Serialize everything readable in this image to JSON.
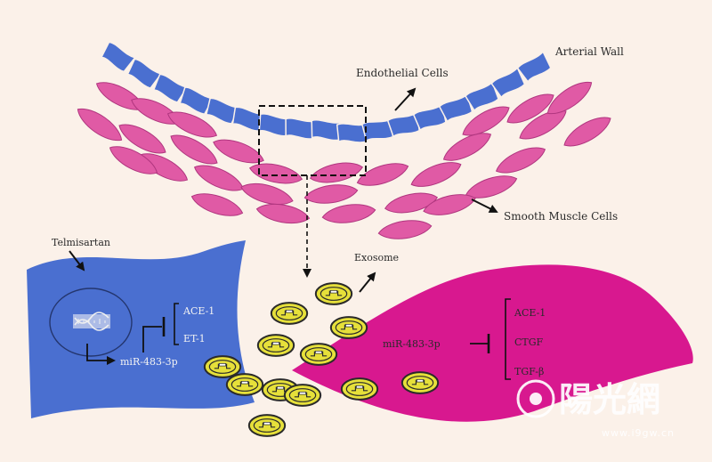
{
  "labels": {
    "arterial_wall": "Arterial Wall",
    "endothelial_cells": "Endothelial Cells",
    "smooth_muscle_cells": "Smooth Muscle Cells",
    "telmisartan": "Telmisartan",
    "exosome": "Exosome"
  },
  "endothelial_cell_panel": {
    "targets": [
      "ACE-1",
      "ET-1"
    ],
    "mirna": "miR-483-3p"
  },
  "smooth_muscle_cell_panel": {
    "mirna": "miR-483-3p",
    "targets": [
      "ACE-1",
      "CTGF",
      "TGF-β"
    ]
  },
  "watermark": {
    "text": "陽光網",
    "url": "www.i9gw.cn"
  },
  "colors": {
    "background": "#fbf1e9",
    "endothelial_blue": "#4a6fd0",
    "smooth_muscle_pink": "#e05aa5",
    "smc_large_cell": "#d8188f",
    "exosome_yellow": "#e6e03a"
  }
}
